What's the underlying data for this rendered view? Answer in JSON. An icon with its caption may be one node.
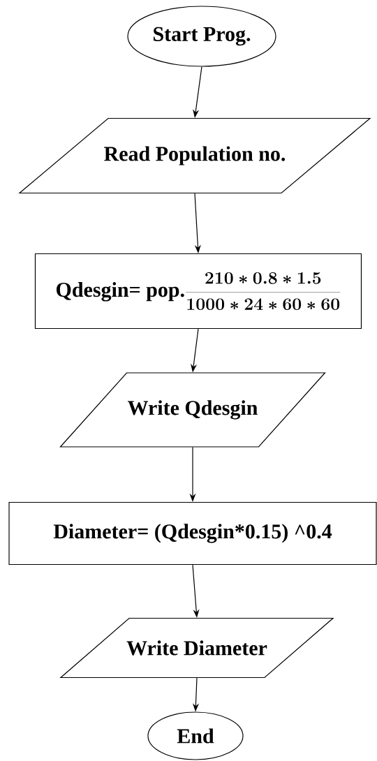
{
  "diagram": {
    "nodes": [
      {
        "text": [
          "Start Prog."
        ]
      },
      {
        "text": [
          "Read Population no."
        ]
      },
      {
        "text": [
          "Qdesgin= pop.",
          "\\frac{210*0.8*1.5}{1000*24*60*60}"
        ]
      },
      {
        "text": [
          "Write Qdesgin"
        ]
      },
      {
        "text": [
          "Diameter= (Qdesgin*0.15) ^0.4"
        ]
      },
      {
        "text": [
          "Write Diameter"
        ]
      },
      {
        "text": [
          "End"
        ]
      }
    ],
    "edges": [
      {
        "from": 0,
        "to": 1,
        "arrow": "to"
      },
      {
        "from": 1,
        "to": 2,
        "arrow": "to"
      },
      {
        "from": 2,
        "to": 3,
        "arrow": "to"
      },
      {
        "from": 3,
        "to": 4,
        "arrow": "to"
      },
      {
        "from": 4,
        "to": 5,
        "arrow": "to"
      },
      {
        "from": 5,
        "to": 6,
        "arrow": "to"
      }
    ]
  }
}
